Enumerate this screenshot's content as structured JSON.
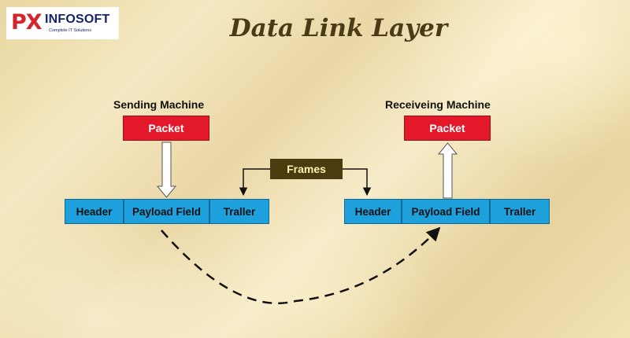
{
  "logo": {
    "mark": "PX",
    "name": "INFOSOFT",
    "tagline": "Complete IT Solutions"
  },
  "title": "Data Link Layer",
  "sending": {
    "label": "Sending Machine",
    "packet": "Packet",
    "frame": [
      "Header",
      "Payload Field",
      "Traller"
    ]
  },
  "receiving": {
    "label": "Receiveing Machine",
    "packet": "Packet",
    "frame": [
      "Header",
      "Payload Field",
      "Traller"
    ]
  },
  "frames_label": "Frames",
  "colors": {
    "packet": "#e3192b",
    "frame_cell": "#1ea0dd",
    "frames_box": "#4d3b10",
    "title": "#4a3a15"
  }
}
